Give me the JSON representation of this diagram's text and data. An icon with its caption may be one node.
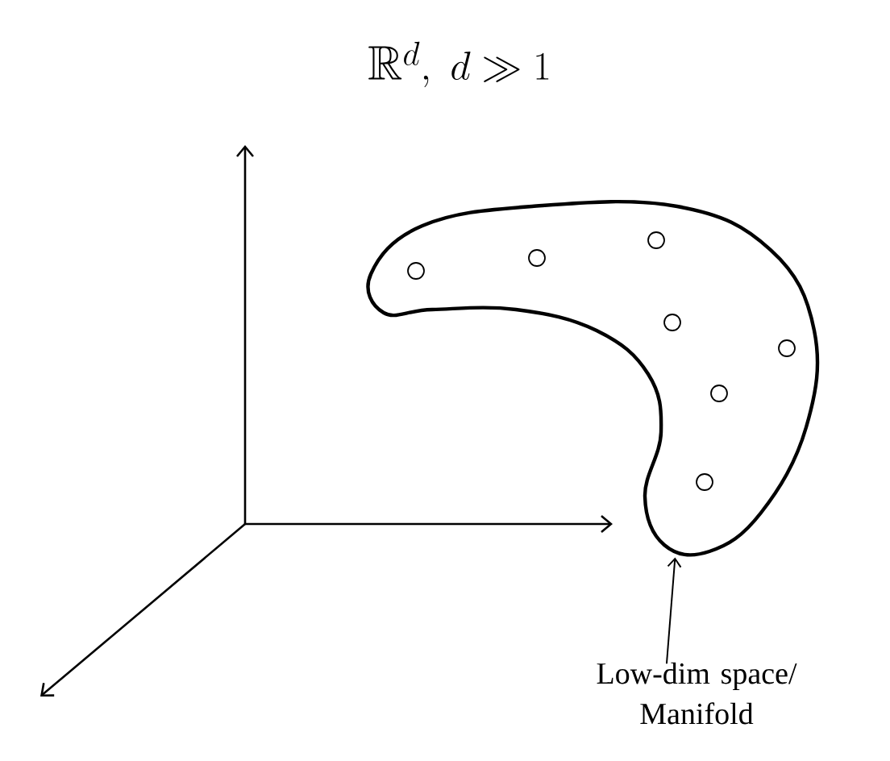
{
  "diagram": {
    "title": "\\mathbb{R}^d,\\ d \\gg 1",
    "nodes": [
      {
        "text": [],
        "shape": "cloud"
      },
      {
        "text": [
          "Low-dim space/ Manifold"
        ]
      }
    ],
    "edges": [
      {
        "from": 1,
        "to": 0,
        "arrow": "to"
      }
    ]
  }
}
